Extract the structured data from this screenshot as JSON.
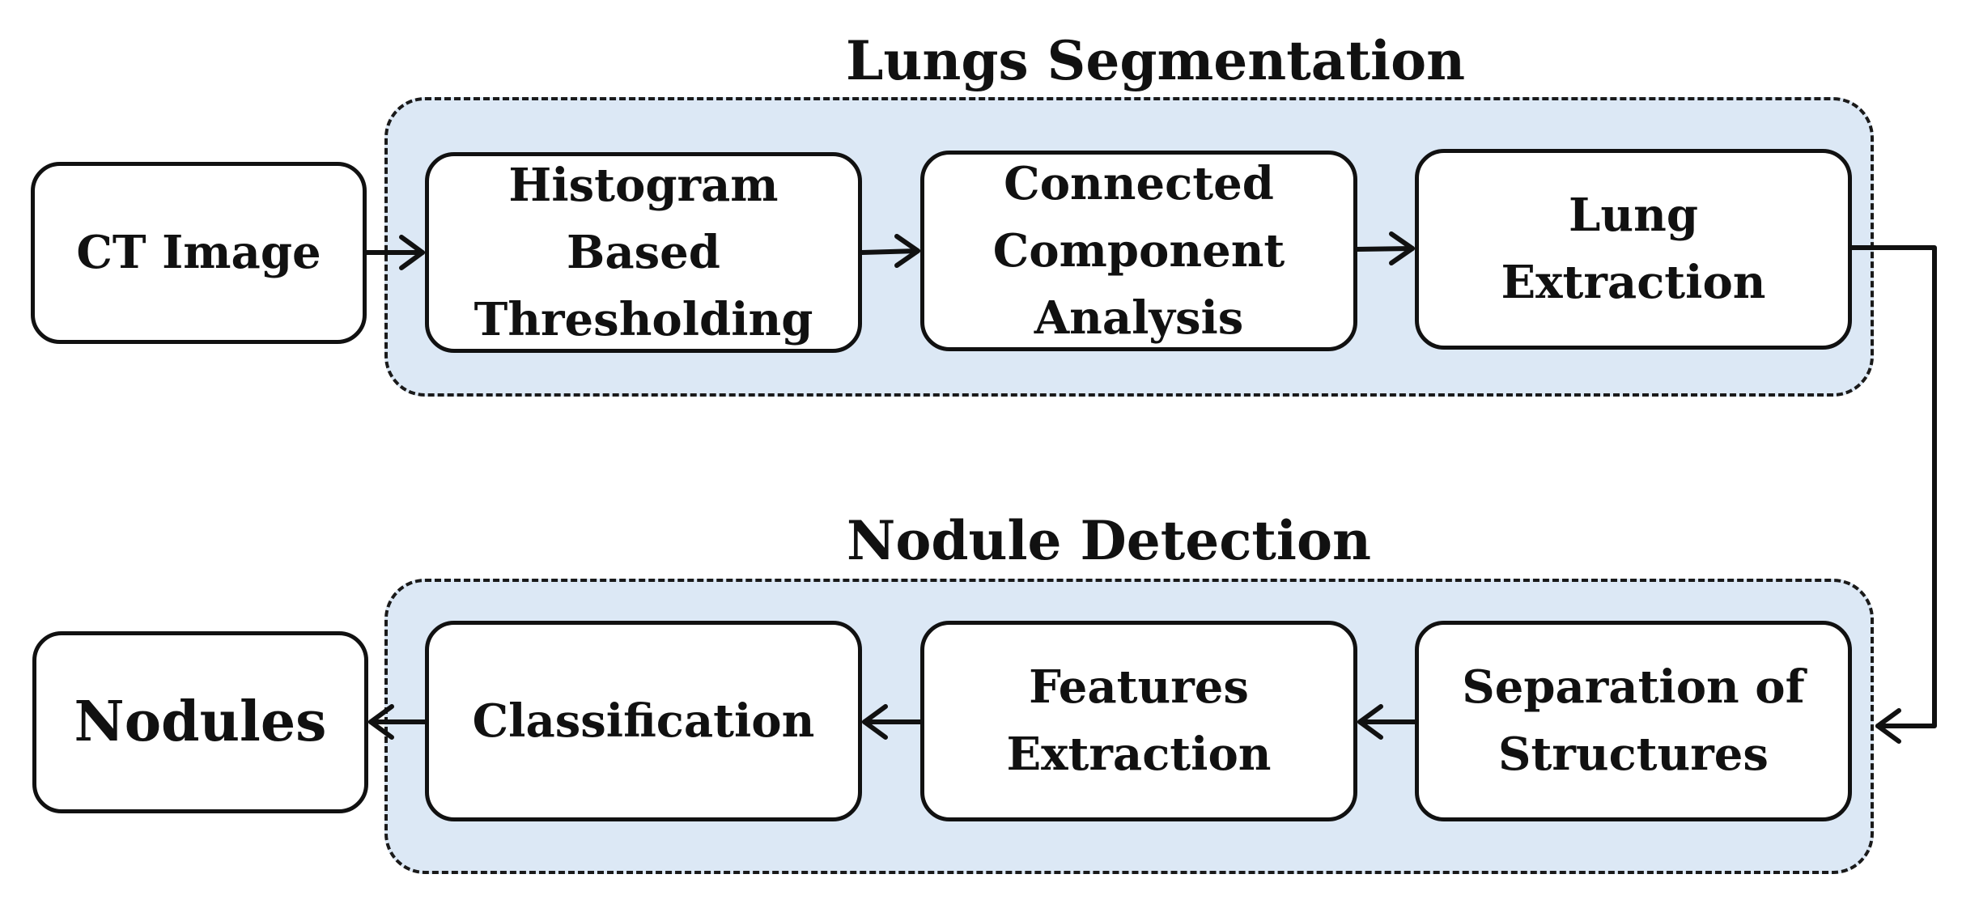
{
  "groups": {
    "segmentation": {
      "title": "Lungs Segmentation"
    },
    "detection": {
      "title": "Nodule Detection"
    }
  },
  "nodes": {
    "ct_image": "CT Image",
    "histogram": "Histogram\nBased\nThresholding",
    "connected": "Connected\nComponent\nAnalysis",
    "lung_extraction": "Lung\nExtraction",
    "separation": "Separation of\nStructures",
    "features": "Features\nExtraction",
    "classification": "Classification",
    "nodules": "Nodules"
  },
  "colors": {
    "group_fill": "#dce8f5",
    "stroke": "#111111",
    "box_fill": "#ffffff"
  }
}
